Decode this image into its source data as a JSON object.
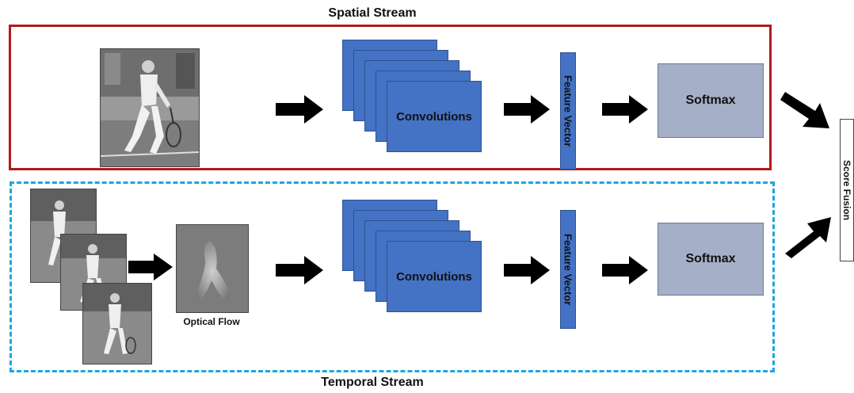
{
  "spatial": {
    "title": "Spatial Stream",
    "conv_label": "Convolutions",
    "feature_label": "Feature Vector",
    "softmax_label": "Softmax"
  },
  "temporal": {
    "title": "Temporal Stream",
    "flow_caption": "Optical Flow",
    "conv_label": "Convolutions",
    "feature_label": "Feature Vector",
    "softmax_label": "Softmax"
  },
  "fusion": {
    "label": "Score Fusion"
  },
  "colors": {
    "spatial_border": "#b21a1a",
    "temporal_border": "#1aa7e0",
    "conv_fill": "#4472c4",
    "softmax_fill": "#a5b0c8",
    "arrow": "#000000"
  }
}
